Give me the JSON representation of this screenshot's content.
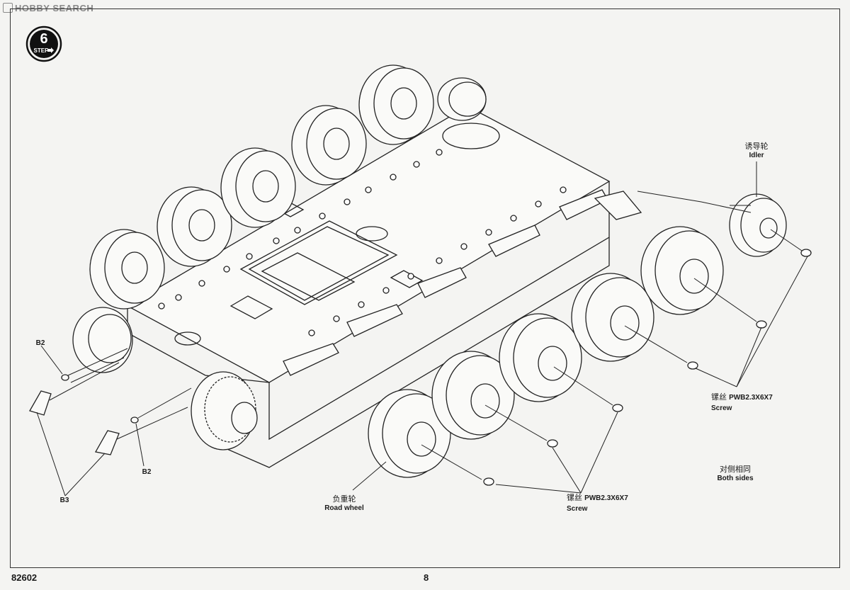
{
  "watermark": "HOBBY SEARCH",
  "step": {
    "number": "6",
    "word": "STEP"
  },
  "labels": {
    "idler_cn": "诱导轮",
    "idler_en": "Idler",
    "screw_right_cn": "镙丝",
    "screw_right_part": "PWB2.3X6X7",
    "screw_right_en": "Screw",
    "both_sides_cn": "对侧相同",
    "both_sides_en": "Both sides",
    "screw_bottom_cn": "镙丝",
    "screw_bottom_part": "PWB2.3X6X7",
    "screw_bottom_en": "Screw",
    "road_wheel_cn": "负重轮",
    "road_wheel_en": "Road wheel",
    "b2_top": "B2",
    "b2_bottom": "B2",
    "b3": "B3"
  },
  "footer": {
    "model_number": "82602",
    "page_number": "8"
  }
}
